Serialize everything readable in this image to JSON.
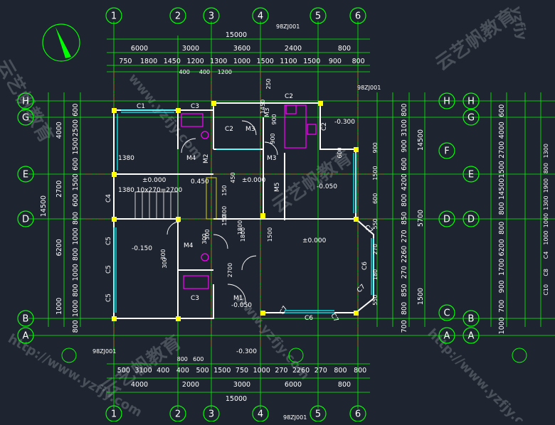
{
  "grid_top": [
    "1",
    "2",
    "3",
    "4",
    "5",
    "6"
  ],
  "grid_bottom": [
    "1",
    "2",
    "3",
    "4",
    "5",
    "6"
  ],
  "grid_left": [
    "H",
    "G",
    "E",
    "D",
    "B",
    "A"
  ],
  "grid_right": [
    "H",
    "F",
    "D",
    "C",
    "A"
  ],
  "grid_far_right": [
    "H",
    "G",
    "E",
    "D",
    "B",
    "A"
  ],
  "dims_top_total": "15000",
  "dims_top_major": [
    "6000",
    "3000",
    "3600",
    "2400",
    "800"
  ],
  "dims_top_minor": [
    "750",
    "1800",
    "1450",
    "1200",
    "1300",
    "1000",
    "1500",
    "1100",
    "1500",
    "900",
    "800"
  ],
  "dims_top_sub": [
    "400",
    "400",
    "1200"
  ],
  "dims_bottom_minor": [
    "500",
    "3100",
    "400",
    "400",
    "500",
    "1500",
    "750",
    "1000",
    "270",
    "2260",
    "270",
    "800",
    "800"
  ],
  "dims_bottom_major": [
    "4000",
    "2000",
    "3000",
    "6000",
    "800"
  ],
  "dims_bottom_total": "15000",
  "dims_bottom_sub": [
    "800",
    "600"
  ],
  "dims_left_total": "14500",
  "dims_left_major": [
    "4000",
    "2700",
    "6200",
    "1000"
  ],
  "dims_left_minor": [
    "600",
    "2500",
    "1500",
    "600",
    "1500",
    "600",
    "800",
    "1000",
    "800",
    "1000",
    "800",
    "1000",
    "800"
  ],
  "dims_right_minor": [
    "800",
    "3100",
    "900",
    "600",
    "4200",
    "800",
    "850",
    "270",
    "2260",
    "270",
    "850",
    "800",
    "700"
  ],
  "dims_right_major": [
    "14500",
    "5700",
    "1500"
  ],
  "dims_right_inner": [
    "900",
    "1500",
    "600",
    "550",
    "270",
    "180",
    "550"
  ],
  "far_right_dims": [
    "600",
    "4000",
    "2700",
    "1500",
    "14500",
    "800",
    "800",
    "6200",
    "1700",
    "900",
    "700",
    "1000"
  ],
  "far_right_cols": [
    "1300",
    "800",
    "1900",
    "1300",
    "1000",
    "1000",
    "C4",
    "C8",
    "C10"
  ],
  "labels": {
    "c1": "C1",
    "c2a": "C2",
    "c2b": "C2",
    "c2c": "C2",
    "c3a": "C3",
    "c3b": "C3",
    "c4": "C4",
    "c5a": "C5",
    "c5b": "C5",
    "c5c": "C5",
    "c6a": "C6",
    "c6b": "C6",
    "c7a": "C7",
    "c7b": "C7",
    "c7c": "C7",
    "c7d": "C7",
    "m1": "M1",
    "m2": "M2",
    "m3a": "M3",
    "m3b": "M3",
    "m3c": "M3",
    "m4a": "M4",
    "m4b": "M4",
    "m5": "M5"
  },
  "levels": {
    "l1": "±0.000",
    "l2": "0.450",
    "l3": "±0.000",
    "l4": "-0.050",
    "l5": "±0.000",
    "l6": "-0.150",
    "l7": "-0.050",
    "l8": "-0.300",
    "l9": "-0.300"
  },
  "stair_note": "1380  10x270=2700",
  "stair_dim": "1380",
  "mid_dims": [
    "150",
    "1800",
    "150",
    "1500",
    "1800",
    "300",
    "900",
    "300",
    "300",
    "2700",
    "600",
    "450",
    "1800",
    "900",
    "250",
    "1450",
    "300"
  ],
  "ref_tags": [
    "98ZJ001",
    "98ZJ001",
    "98ZJ001",
    "98ZJ001"
  ],
  "watermarks": [
    "云艺帆教育",
    "www.yzfjy.com",
    "http://www.yzfjy.com",
    "yzfjy"
  ],
  "colors": {
    "background": "#1f2530",
    "dimension": "#00ff00",
    "wall": "#ffffff",
    "axis": "#ff3030",
    "window": "#00ffff",
    "column": "#ffff00",
    "fixture": "#ff00ff",
    "grid_bubble": "#00ff00"
  }
}
